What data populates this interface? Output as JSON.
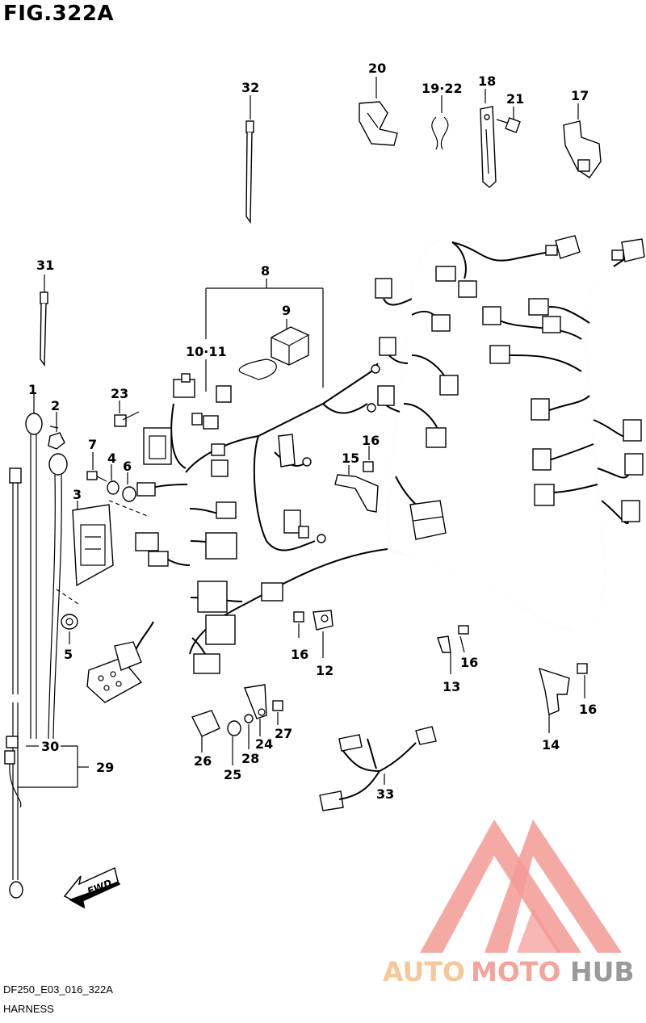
{
  "figure": {
    "title": "FIG.322A",
    "code": "DF250_E03_016_322A",
    "caption": "HARNESS"
  },
  "watermark": {
    "brand_a": "AUTO",
    "brand_b": "MOTO",
    "brand_c": "HUB",
    "colors": {
      "triangle": "#f39a95",
      "auto": "#f7c79a",
      "moto": "#f3a49d",
      "hub": "#9a9a9a"
    }
  },
  "fwd_label": "FWD",
  "callouts": {
    "c1": "1",
    "c2": "2",
    "c3": "3",
    "c4": "4",
    "c5": "5",
    "c6": "6",
    "c7": "7",
    "c8": "8",
    "c9": "9",
    "c10_11": "10·11",
    "c12": "12",
    "c13": "13",
    "c14": "14",
    "c15": "15",
    "c16a": "16",
    "c16b": "16",
    "c16c": "16",
    "c16d": "16",
    "c17": "17",
    "c18": "18",
    "c19_22": "19·22",
    "c20": "20",
    "c21": "21",
    "c23": "23",
    "c24": "24",
    "c25": "25",
    "c26": "26",
    "c27": "27",
    "c28": "28",
    "c29": "29",
    "c30": "30",
    "c31": "31",
    "c32": "32",
    "c33": "33"
  }
}
